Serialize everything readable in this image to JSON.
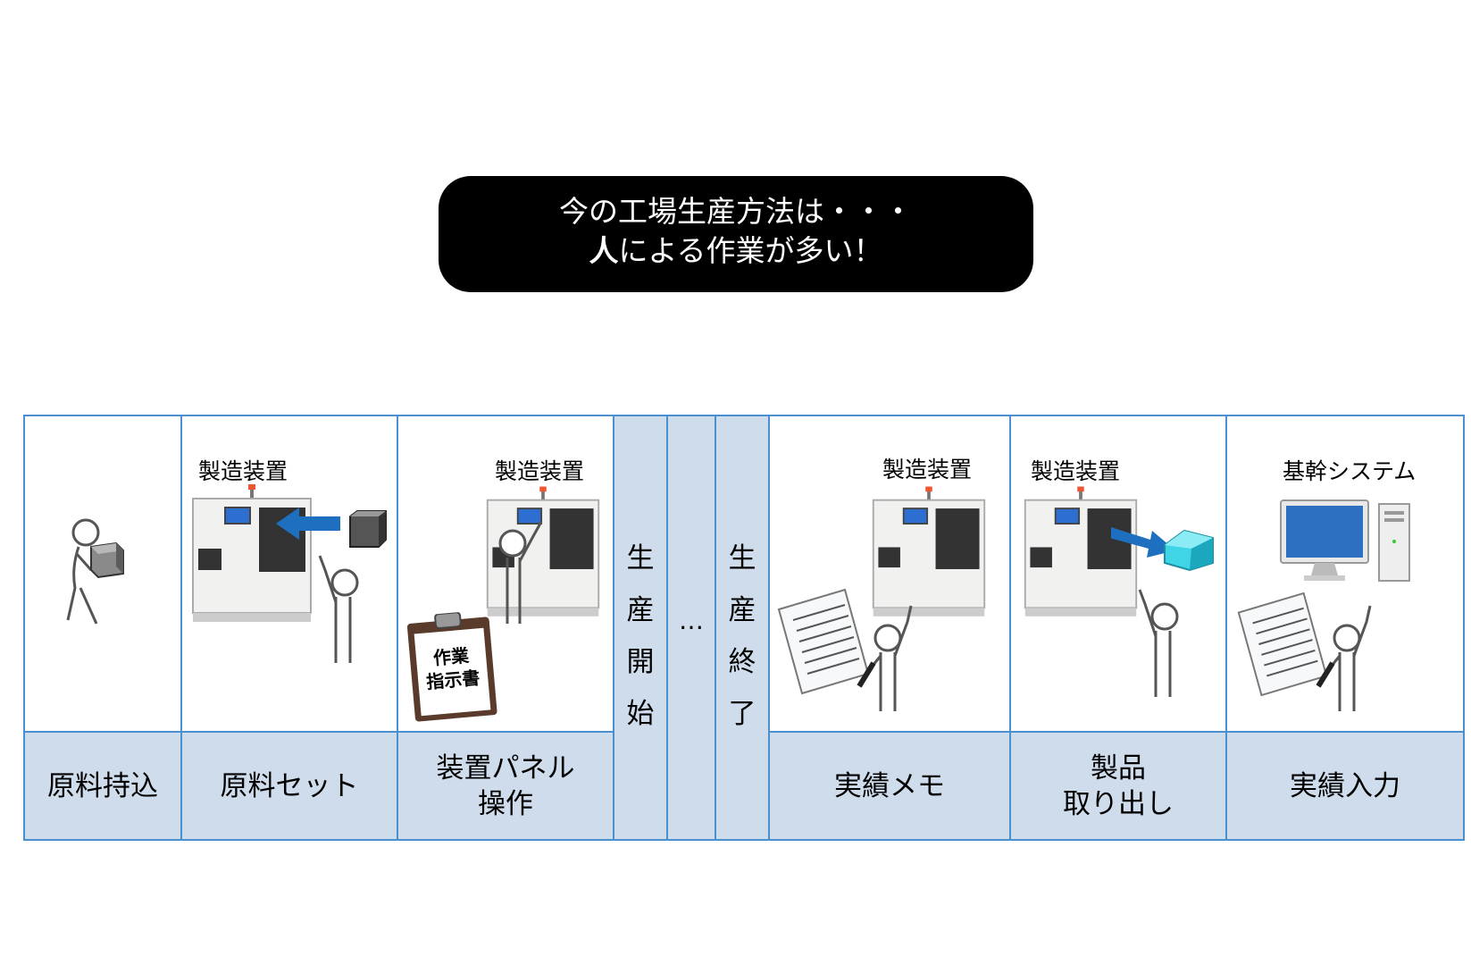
{
  "banner": {
    "line1": "今の工場生産方法は・・・",
    "line2_bold": "人",
    "line2_rest": "による作業が多い！"
  },
  "steps": [
    {
      "label": "原料持込",
      "caption": ""
    },
    {
      "label": "原料セット",
      "caption": "製造装置"
    },
    {
      "label_line1": "装置パネル",
      "label_line2": "操作",
      "caption": "製造装置",
      "clipboard_line1": "作業",
      "clipboard_line2": "指示書"
    },
    {
      "vertical": [
        "生",
        "産",
        "開",
        "始"
      ]
    },
    {
      "dots": "…"
    },
    {
      "vertical": [
        "生",
        "産",
        "終",
        "了"
      ]
    },
    {
      "label": "実績メモ",
      "caption": "製造装置"
    },
    {
      "label_line1": "製品",
      "label_line2": "取り出し",
      "caption": "製造装置"
    },
    {
      "label": "実績入力",
      "caption": "基幹システム"
    }
  ],
  "colors": {
    "border": "#4a8fd0",
    "label_bg": "#cfdceb",
    "arrow": "#1f6fc0",
    "product": "#3fd4e6",
    "banner_bg": "#000000"
  }
}
